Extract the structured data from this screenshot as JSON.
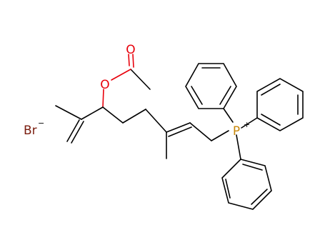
{
  "molecule": {
    "counter_ion": {
      "label": "Br",
      "charge": "−",
      "color": "#7a1c0e"
    },
    "oxygen_ether": {
      "label": "O",
      "color": "#e8000b"
    },
    "oxygen_carbonyl": {
      "label": "O",
      "color": "#e8000b"
    },
    "phosphorus": {
      "label": "P",
      "charge": "+",
      "color": "#c8870a"
    }
  }
}
